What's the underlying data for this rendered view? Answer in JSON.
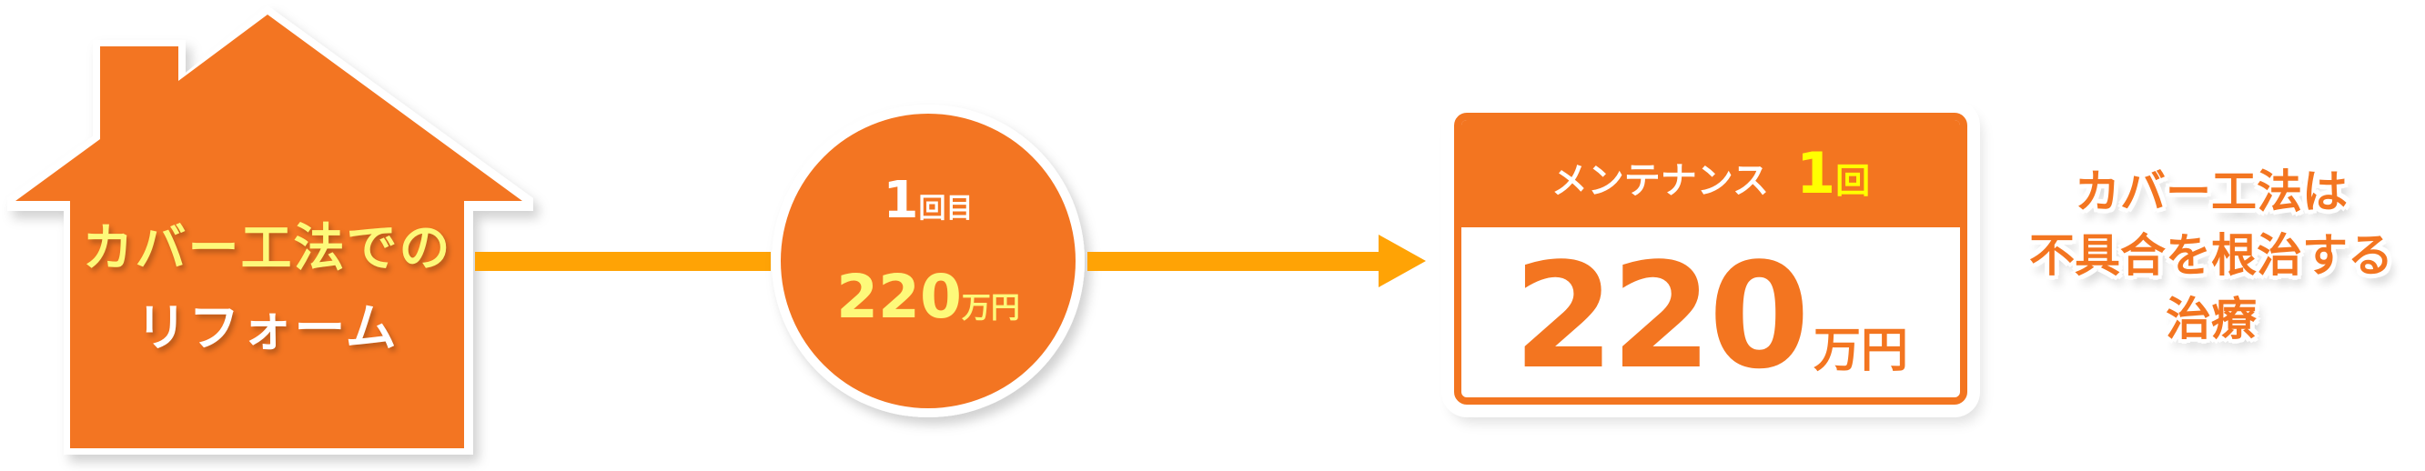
{
  "colors": {
    "orange": "#f37520",
    "line": "#ffa305",
    "yellow": "#fdf97a",
    "header_yellow": "#ffff00"
  },
  "house": {
    "line1": "カバー工法での",
    "line2": "リフォーム"
  },
  "circle": {
    "count_num": "1",
    "count_unit": "回目",
    "price": "220",
    "price_unit": "万円"
  },
  "box": {
    "header_label": "メンテナンス",
    "header_num": "1",
    "header_unit": "回",
    "price": "220",
    "price_unit": "万円"
  },
  "note": {
    "line1": "カバー工法は",
    "line2": "不具合を根治する",
    "line3": "治療"
  }
}
